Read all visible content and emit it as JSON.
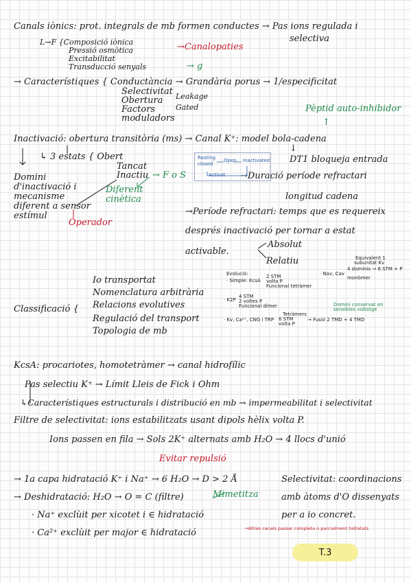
{
  "lines": [
    {
      "id": "l01",
      "text": "Canals iònics: prot. integrals de mb formen conductes → Pas ions regulada i"
    },
    {
      "id": "l02",
      "text": "selectiva"
    },
    {
      "id": "l03",
      "text": "L→F {Composició iònica"
    },
    {
      "id": "l04",
      "text": "Pressió osmòtica"
    },
    {
      "id": "l05",
      "text": "Excitabilitat"
    },
    {
      "id": "l06",
      "text": "Transducció senyals"
    },
    {
      "id": "l07",
      "text": "→Canalopaties"
    },
    {
      "id": "l08",
      "text": "→ g"
    },
    {
      "id": "l09",
      "text": "→ Característiques { Conductància → Grandària porus → 1/especificitat"
    },
    {
      "id": "l10",
      "text": "Selectivitat"
    },
    {
      "id": "l11",
      "text": "Obertura"
    },
    {
      "id": "l12",
      "text": "Leakage"
    },
    {
      "id": "l13",
      "text": "Gated"
    },
    {
      "id": "l14",
      "text": "Factors"
    },
    {
      "id": "l15",
      "text": "moduladors"
    },
    {
      "id": "l16",
      "text": "Pèptid auto-inhibidor"
    },
    {
      "id": "l17",
      "text": "↑"
    },
    {
      "id": "l18",
      "text": "Inactivació: obertura transitòria (ms) → Canal K⁺: model bola-cadena"
    },
    {
      "id": "l19",
      "text": "↓"
    },
    {
      "id": "l20",
      "text": "↳ 3 estats { Obert"
    },
    {
      "id": "l21",
      "text": "Tancat"
    },
    {
      "id": "l22",
      "text": "Inactiu"
    },
    {
      "id": "l23",
      "text": "→ F o S"
    },
    {
      "id": "l24",
      "text": "DT1 bloqueja entrada"
    },
    {
      "id": "l25",
      "text": "Domini"
    },
    {
      "id": "l26",
      "text": "d'inactivació i"
    },
    {
      "id": "l27",
      "text": "mecanisme"
    },
    {
      "id": "l28",
      "text": "diferent a sensor"
    },
    {
      "id": "l29",
      "text": "estímul"
    },
    {
      "id": "l30",
      "text": "Diferent"
    },
    {
      "id": "l31",
      "text": "cinètica"
    },
    {
      "id": "l32",
      "text": "→Duració període refractari"
    },
    {
      "id": "l33",
      "text": "longitud cadena"
    },
    {
      "id": "l34",
      "text": "Operador"
    },
    {
      "id": "l35",
      "text": "→Període refractari: temps que es requereix"
    },
    {
      "id": "l36",
      "text": "després inactivació per tornar a estat"
    },
    {
      "id": "l37",
      "text": "activable."
    },
    {
      "id": "l38",
      "text": "Absolut"
    },
    {
      "id": "l39",
      "text": "Relatiu"
    },
    {
      "id": "l40",
      "text": "Io transportat"
    },
    {
      "id": "l41",
      "text": "Nomenclatura arbitrària"
    },
    {
      "id": "l42",
      "text": "Relacions evolutives"
    },
    {
      "id": "l43",
      "text": "Classificació {"
    },
    {
      "id": "l44",
      "text": "Regulació del transport"
    },
    {
      "id": "l45",
      "text": "Topologia de mb"
    },
    {
      "id": "l46",
      "text": "KcsA: procariotes, homotetràmer → canal hidrofílic"
    },
    {
      "id": "l47",
      "text": "Pas selectiu K⁺ → Límit Lleis de Fick i Ohm"
    },
    {
      "id": "l48",
      "text": "↳Característiques estructurals i distribució en mb → impermeabilitat i selectivitat"
    },
    {
      "id": "l49",
      "text": "Filtre de selectivitat: ions estabilitzats usant dipols hèlix volta P."
    },
    {
      "id": "l50",
      "text": "Ions passen en fila → Sols 2K⁺ alternats amb H₂O → 4 llocs d'unió"
    },
    {
      "id": "l51",
      "text": "Evitar repulsió"
    },
    {
      "id": "l52",
      "text": "→ 1a capa hidratació K⁺ i Na⁺ → 6 H₂O → D > 2 Å"
    },
    {
      "id": "l53",
      "text": "Selectivitat: coordinacions"
    },
    {
      "id": "l54",
      "text": "→ Deshidratació: H₂O → O = C (filtre)"
    },
    {
      "id": "l55",
      "text": "Mimetitza"
    },
    {
      "id": "l56",
      "text": "amb àtoms d'O dissenyats"
    },
    {
      "id": "l57",
      "text": "· Na⁺ exclùit per xicotet i ∈ hidratació"
    },
    {
      "id": "l58",
      "text": "per a io concret."
    },
    {
      "id": "l59",
      "text": "· Ca²⁺ exclùit per major ∈ hidratació"
    },
    {
      "id": "l60",
      "text": "→Altres canals passar completa o parcialment hidratats"
    }
  ],
  "state_diagram": {
    "resting": "Resting\nclosed",
    "open": "Open",
    "inactivated": "Inactivated",
    "activat": "Activat"
  },
  "evolucio_notes": [
    {
      "id": "e01",
      "text": "Evolució:"
    },
    {
      "id": "e02",
      "text": "· Simple: KcsA"
    },
    {
      "id": "e03",
      "text": "2 STM"
    },
    {
      "id": "e04",
      "text": "volta P"
    },
    {
      "id": "e05",
      "text": "Funcional tetràmer"
    },
    {
      "id": "e06",
      "text": "· Nav, Cav"
    },
    {
      "id": "e07",
      "text": "Equivalent 1"
    },
    {
      "id": "e08",
      "text": "subunitat Kv"
    },
    {
      "id": "e09",
      "text": "4 dominis → 6 STM + P"
    },
    {
      "id": "e10",
      "text": "monòmer"
    },
    {
      "id": "e11",
      "text": "· K2P"
    },
    {
      "id": "e12",
      "text": "4 STM"
    },
    {
      "id": "e13",
      "text": "2 voltes P"
    },
    {
      "id": "e14",
      "text": "Funcional dímer"
    },
    {
      "id": "e15",
      "text": "Tetràmers"
    },
    {
      "id": "e16",
      "text": "· Kv, Ca²⁺, CNG i TRP"
    },
    {
      "id": "e17",
      "text": "6 STM"
    },
    {
      "id": "e18",
      "text": "volta P"
    },
    {
      "id": "e19",
      "text": "→ Fusió 2 TMD + 4 TMD"
    },
    {
      "id": "e20",
      "text": "Domini conservat en"
    },
    {
      "id": "e21",
      "text": "sensibles voltatge"
    }
  ],
  "page_tag": "T.3",
  "colors": {
    "ink": "#1a1a1a",
    "red": "#c4192b",
    "green": "#1f8a4c",
    "blue": "#2a5caa",
    "highlight": "#f6f09a"
  }
}
